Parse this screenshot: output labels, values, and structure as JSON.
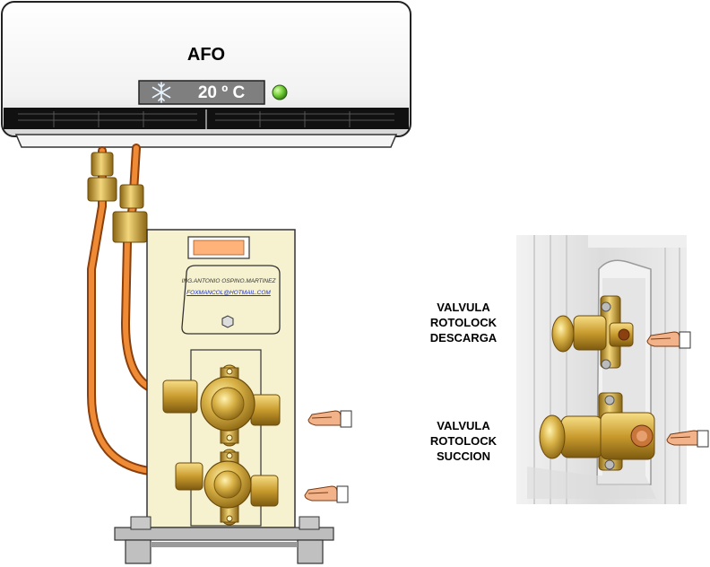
{
  "indoor_unit": {
    "brand": "AFO",
    "temperature_display": "20 º C",
    "display_icon": "snowflake-icon",
    "status_led_color": "#7ad33c"
  },
  "outdoor_unit": {
    "plate_name": "ING.ANTONIO OSPINO.MARTINEZ",
    "plate_email": "FOXMANCOL@HOTMAIL.COM"
  },
  "labels": {
    "discharge_line1": "VALVULA",
    "discharge_line2": "ROTOLOCK",
    "discharge_line3": "DESCARGA",
    "suction_line1": "VALVULA",
    "suction_line2": "ROTOLOCK",
    "suction_line3": "SUCCION"
  },
  "colors": {
    "copper_pipe": "#e07a2a",
    "brass": "#d8b04a",
    "unit_body": "#f6f2cf"
  }
}
